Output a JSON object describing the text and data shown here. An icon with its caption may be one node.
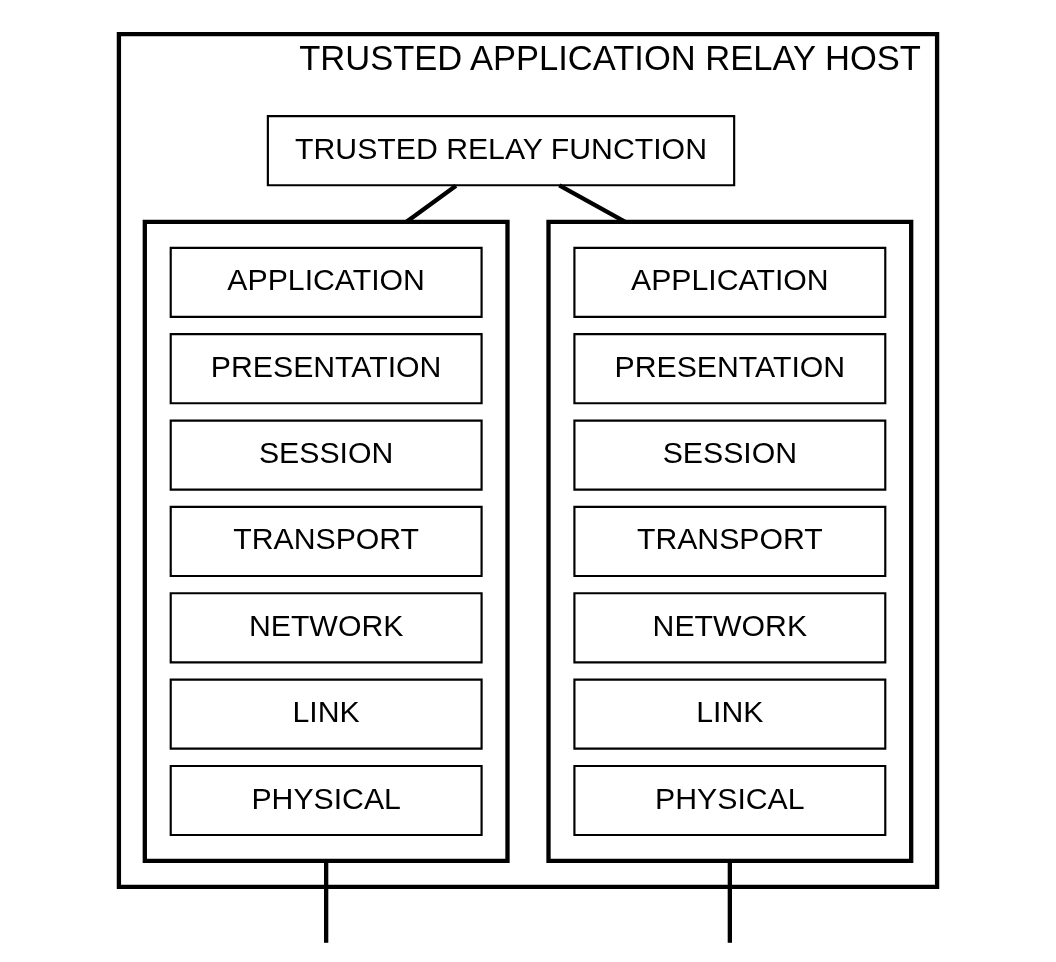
{
  "diagram": {
    "nodes": [
      {
        "text": [
          "TRUSTED APPLICATION RELAY HOST"
        ]
      },
      {
        "text": [
          "TRUSTED RELAY FUNCTION"
        ],
        "in": 0
      },
      {
        "text": [],
        "shape": "box",
        "in": 0
      },
      {
        "text": [
          "APPLICATION"
        ],
        "in": 2
      },
      {
        "text": [
          "PRESENTATION"
        ],
        "in": 2
      },
      {
        "text": [
          "SESSION"
        ],
        "in": 2
      },
      {
        "text": [
          "TRANSPORT"
        ],
        "in": 2
      },
      {
        "text": [
          "NETWORK"
        ],
        "in": 2
      },
      {
        "text": [
          "LINK"
        ],
        "in": 2
      },
      {
        "text": [
          "PHYSICAL"
        ],
        "in": 2
      },
      {
        "text": [],
        "shape": "box",
        "in": 0
      },
      {
        "text": [
          "APPLICATION"
        ],
        "in": 10
      },
      {
        "text": [
          "PRESENTATION"
        ],
        "in": 10
      },
      {
        "text": [
          "SESSION"
        ],
        "in": 10
      },
      {
        "text": [
          "TRANSPORT"
        ],
        "in": 10
      },
      {
        "text": [
          "NETWORK"
        ],
        "in": 10
      },
      {
        "text": [
          "LINK"
        ],
        "in": 10
      },
      {
        "text": [
          "PHYSICAL"
        ],
        "in": 10
      }
    ],
    "edges": [
      {
        "from": 1,
        "to": 2,
        "arrow": "none"
      },
      {
        "from": 1,
        "to": 10,
        "arrow": "none"
      },
      {
        "from": 2,
        "to": null,
        "arrow": "none"
      },
      {
        "from": 10,
        "to": null,
        "arrow": "none"
      }
    ]
  }
}
